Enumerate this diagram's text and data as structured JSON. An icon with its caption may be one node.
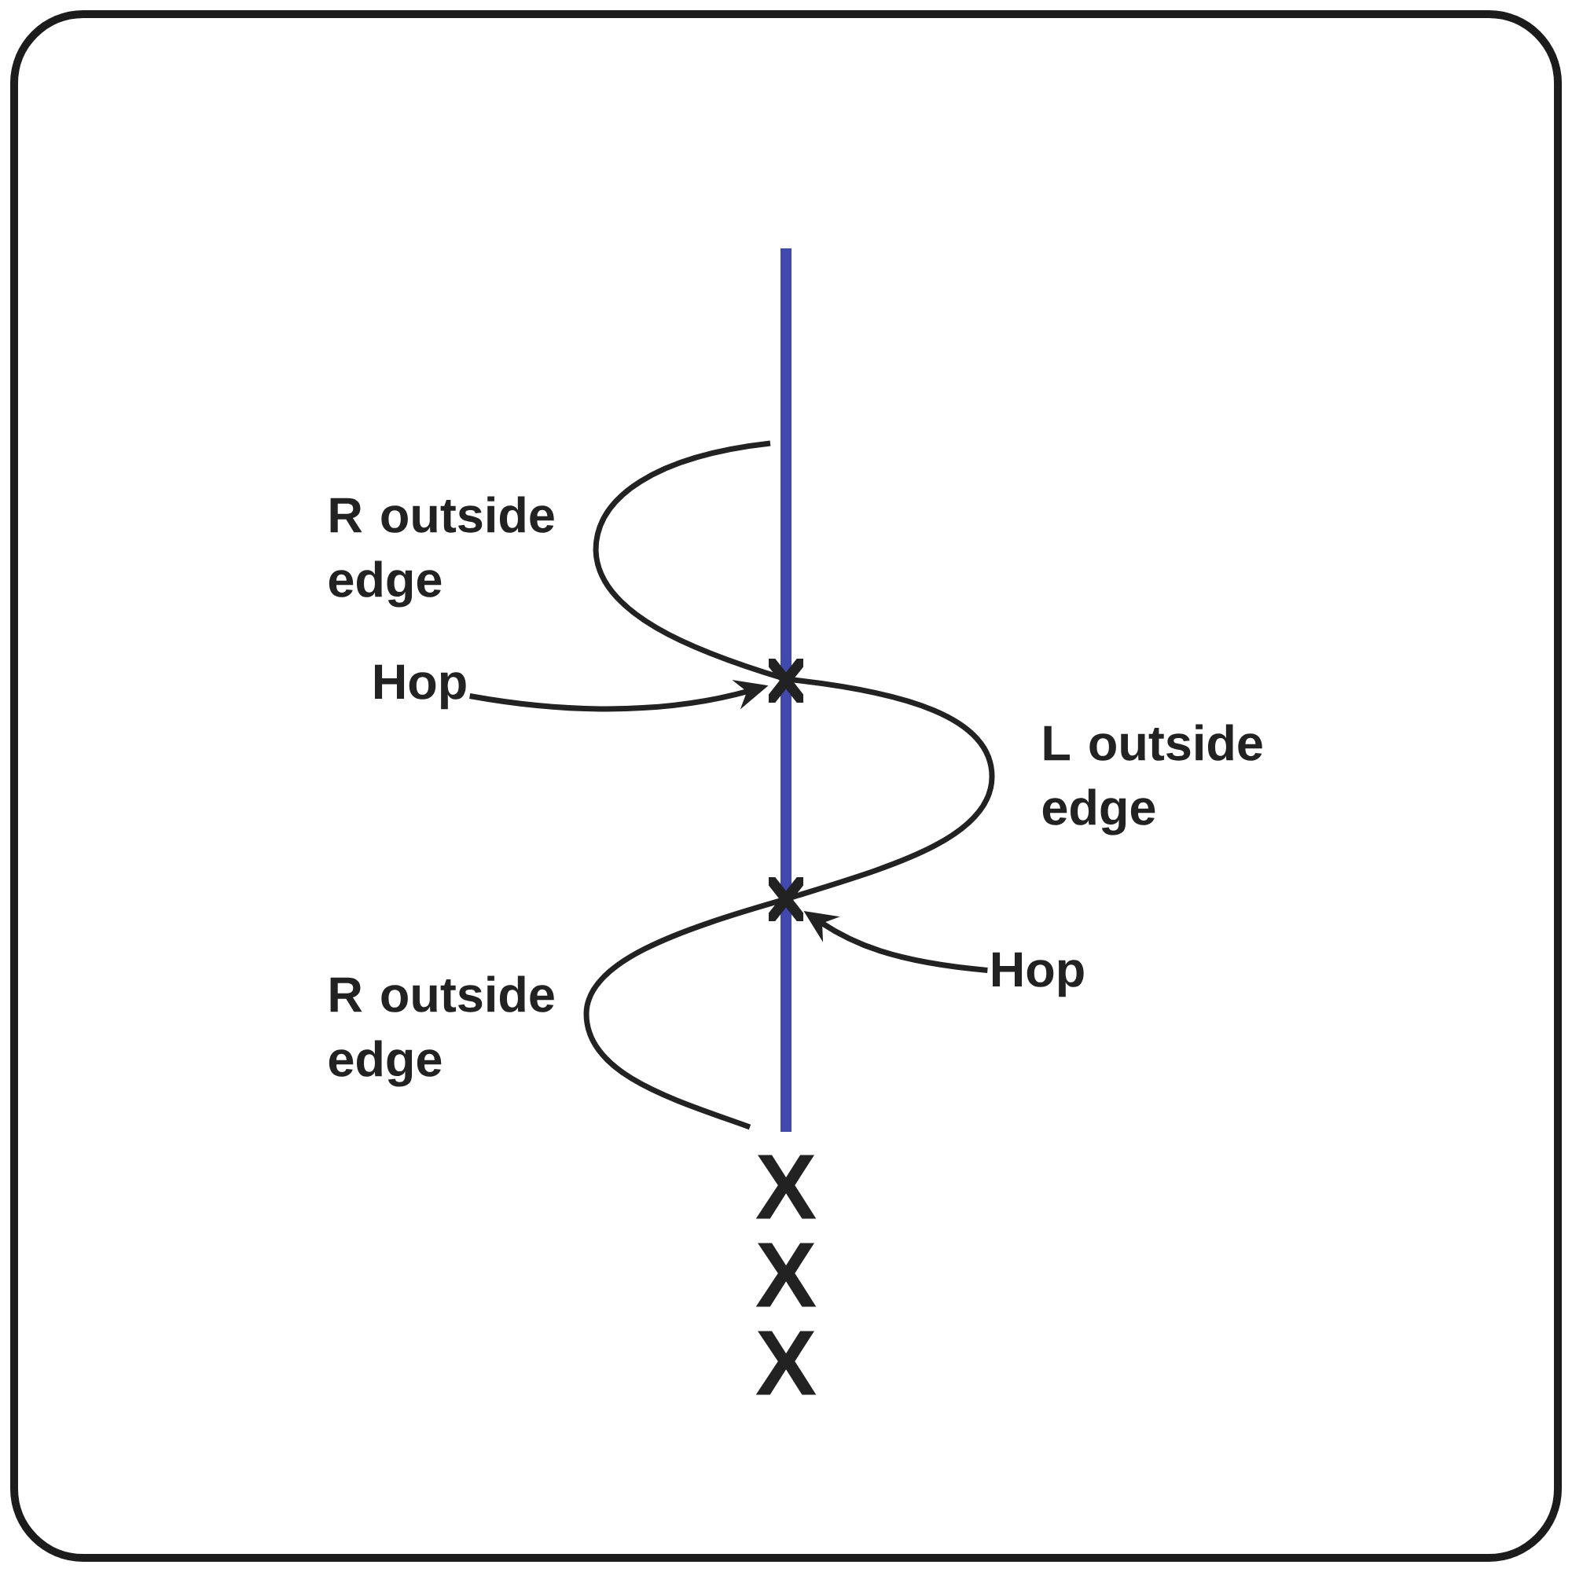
{
  "diagram": {
    "nodes": [
      {
        "text": [
          "Hop"
        ]
      },
      {
        "text": [],
        "shape": "cross"
      },
      {
        "text": [],
        "shape": "cross"
      },
      {
        "text": [
          "Hop"
        ]
      }
    ],
    "edges": [
      {
        "from": 0,
        "to": 1,
        "arrow": "to"
      },
      {
        "from": 3,
        "to": 2,
        "arrow": "to"
      }
    ],
    "labels": [
      "R outside edge",
      "L outside edge",
      "R outside edge",
      "X",
      "X",
      "X"
    ]
  }
}
